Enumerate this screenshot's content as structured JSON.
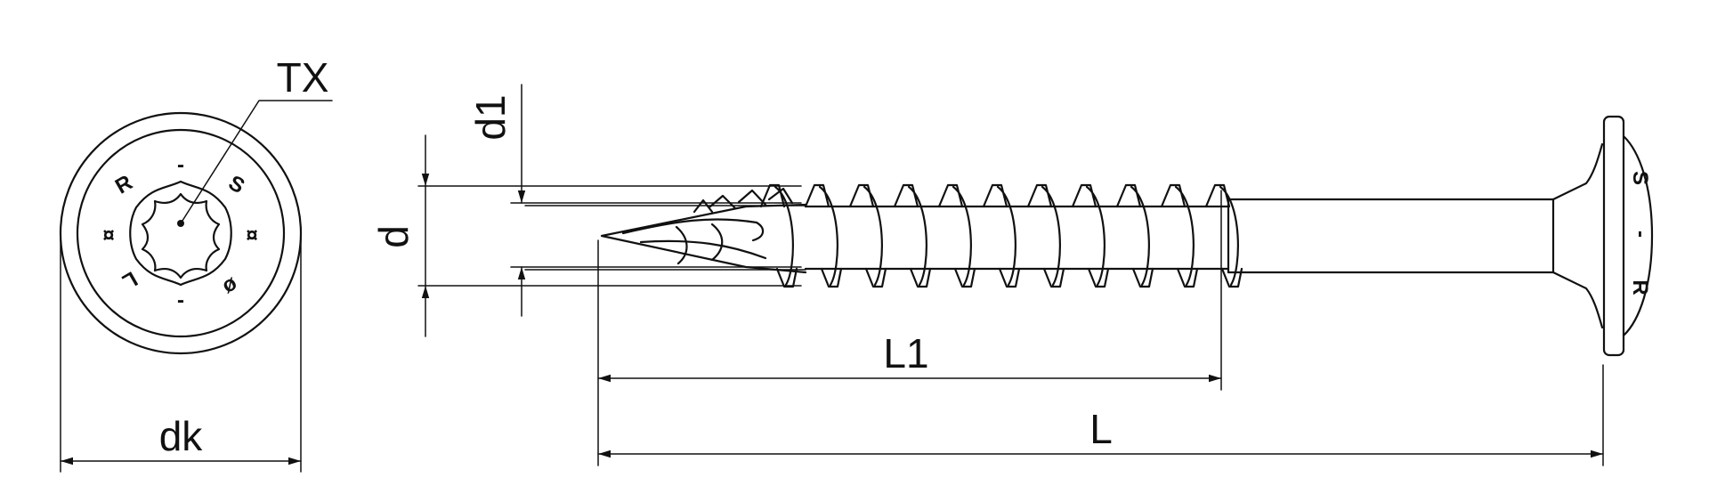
{
  "labels": {
    "tx": "TX",
    "dk": "dk",
    "d": "d",
    "d1": "d1",
    "l1": "L1",
    "l": "L"
  },
  "head_markings": {
    "top": "-",
    "r": "R",
    "s": "S",
    "left_square": "¤",
    "right_square": "¤",
    "l": "L",
    "bottom": "-",
    "phi": "ø"
  },
  "colors": {
    "line": "#111111",
    "background": "#ffffff"
  }
}
